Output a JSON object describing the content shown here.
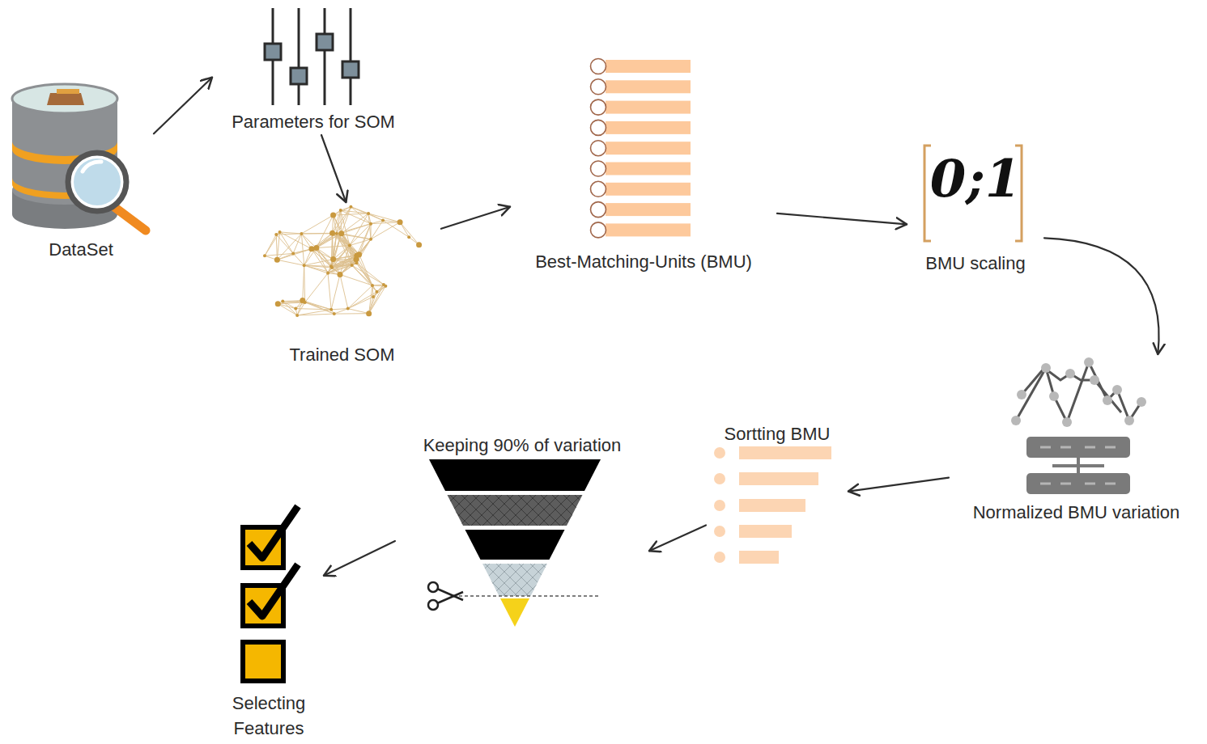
{
  "diagram": {
    "nodes": [
      {
        "text": [
          "DataSet"
        ]
      },
      {
        "text": [
          "Parameters for SOM"
        ]
      },
      {
        "text": [
          "Trained SOM"
        ]
      },
      {
        "text": [
          "Best-Matching-Units (BMU)"
        ]
      },
      {
        "text": [
          "0;1",
          "BMU scaling"
        ]
      },
      {
        "text": [
          "Normalized BMU variation"
        ]
      },
      {
        "text": [
          "Sortting BMU"
        ]
      },
      {
        "text": [
          "Keeping 90% of variation"
        ]
      },
      {
        "text": [
          "Selecting Features"
        ]
      }
    ],
    "edges": [
      {
        "from": 0,
        "to": 1,
        "arrow": "to"
      },
      {
        "from": 1,
        "to": 2,
        "arrow": "to"
      },
      {
        "from": 2,
        "to": 3,
        "arrow": "to"
      },
      {
        "from": 3,
        "to": 4,
        "arrow": "to"
      },
      {
        "from": 4,
        "to": 5,
        "arrow": "to"
      },
      {
        "from": 5,
        "to": 6,
        "arrow": "to"
      },
      {
        "from": 6,
        "to": 7,
        "arrow": "to"
      },
      {
        "from": 7,
        "to": 8,
        "arrow": "to"
      }
    ]
  }
}
